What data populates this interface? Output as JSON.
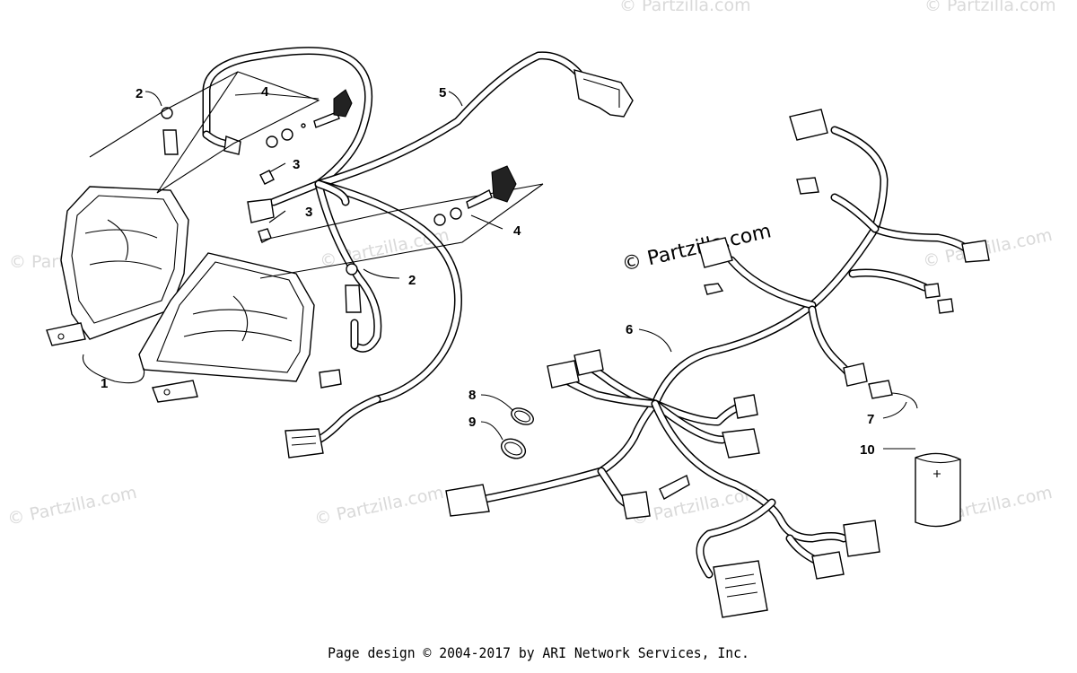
{
  "watermark": {
    "brand_main": "© Partzilla.com",
    "brand_tile": "© Partzilla.com"
  },
  "callouts": [
    {
      "id": "1",
      "text": "1"
    },
    {
      "id": "2a",
      "text": "2"
    },
    {
      "id": "2b",
      "text": "2"
    },
    {
      "id": "3a",
      "text": "3"
    },
    {
      "id": "3b",
      "text": "3"
    },
    {
      "id": "4a",
      "text": "4"
    },
    {
      "id": "4b",
      "text": "4"
    },
    {
      "id": "5",
      "text": "5"
    },
    {
      "id": "6",
      "text": "6"
    },
    {
      "id": "7",
      "text": "7"
    },
    {
      "id": "8",
      "text": "8"
    },
    {
      "id": "9",
      "text": "9"
    },
    {
      "id": "10",
      "text": "10"
    }
  ],
  "footer": {
    "text": "Page design © 2004-2017 by ARI Network Services, Inc."
  }
}
